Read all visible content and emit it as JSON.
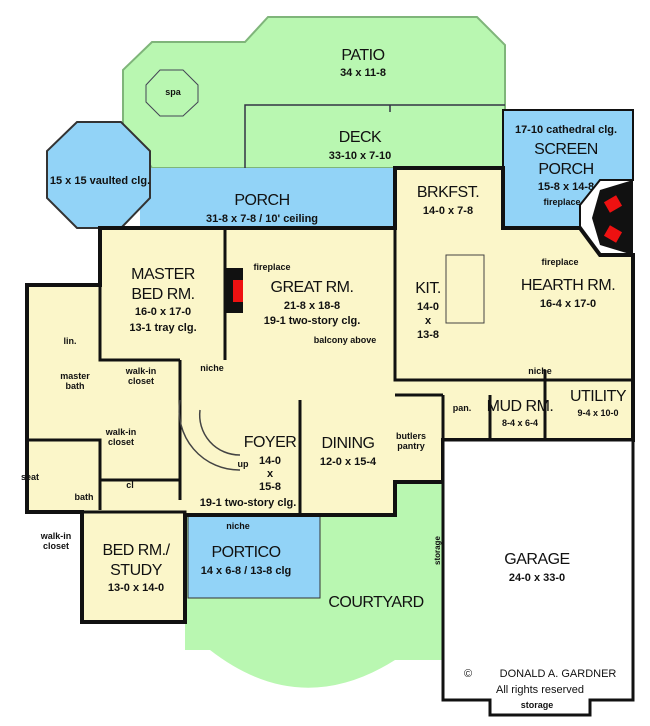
{
  "colors": {
    "interior": "#fbf6c9",
    "covered_outdoor": "#92d3f7",
    "open_outdoor": "#b9f7b1",
    "fireplace": "#ee1111",
    "walls": "#111111"
  },
  "rooms": {
    "patio": {
      "name": "PATIO",
      "dims": "34 x 11-8"
    },
    "spa": {
      "name": "spa"
    },
    "deck": {
      "name": "DECK",
      "dims": "33-10 x 7-10"
    },
    "gazebo": {
      "note": "15 x 15 vaulted clg."
    },
    "porch": {
      "name": "PORCH",
      "dims": "31-8 x 7-8 / 10' ceiling"
    },
    "screen_porch": {
      "note": "17-10 cathedral clg.",
      "name_line1": "SCREEN",
      "name_line2": "PORCH",
      "dims": "15-8 x 14-8"
    },
    "brkfst": {
      "name": "BRKFST.",
      "dims": "14-0 x 7-8"
    },
    "master_bed": {
      "name_line1": "MASTER",
      "name_line2": "BED RM.",
      "dims": "16-0 x 17-0",
      "note": "13-1 tray clg."
    },
    "great_rm": {
      "name": "GREAT RM.",
      "dims": "21-8 x 18-8",
      "note": "19-1 two-story clg."
    },
    "kit": {
      "name": "KIT.",
      "dim1": "14-0",
      "dimx": "x",
      "dim2": "13-8"
    },
    "hearth_rm": {
      "name": "HEARTH RM.",
      "dims": "16-4 x 17-0"
    },
    "foyer": {
      "name": "FOYER",
      "dim1": "14-0",
      "dimx": "x",
      "dim2": "15-8",
      "note": "19-1 two-story clg."
    },
    "dining": {
      "name": "DINING",
      "dims": "12-0 x 15-4"
    },
    "mud_rm": {
      "name": "MUD RM.",
      "dims": "8-4 x 6-4"
    },
    "utility": {
      "name": "UTILITY",
      "dims": "9-4 x 10-0"
    },
    "bed_study": {
      "name_line1": "BED RM./",
      "name_line2": "STUDY",
      "dims": "13-0 x 14-0"
    },
    "portico": {
      "name": "PORTICO",
      "dims": "14 x 6-8 / 13-8 clg"
    },
    "courtyard": {
      "name": "COURTYARD"
    },
    "garage": {
      "name": "GARAGE",
      "dims": "24-0 x 33-0"
    }
  },
  "small_labels": {
    "fireplace": "fireplace",
    "balcony": "balcony above",
    "niche": "niche",
    "seat": "seat",
    "lin": "lin.",
    "master_bath": "master bath",
    "walk_in_closet": "walk-in closet",
    "bath": "bath",
    "cl": "cl",
    "up": "up",
    "pan": "pan.",
    "butlers_pantry": "butlers pantry",
    "storage": "storage"
  },
  "copyright": {
    "symbol": "©",
    "owner": "DONALD A. GARDNER",
    "rights": "All rights reserved"
  }
}
